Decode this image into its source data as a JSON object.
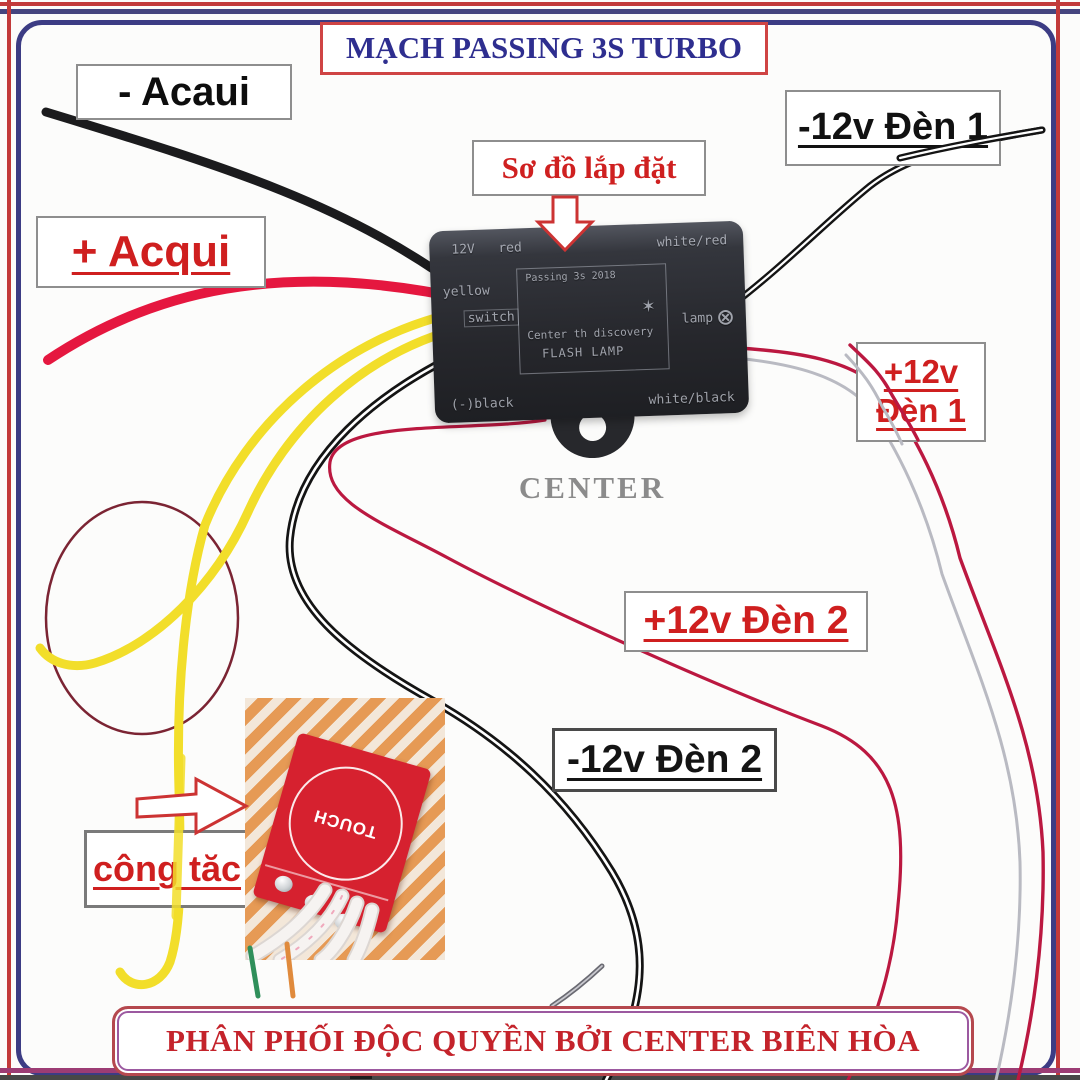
{
  "title": "MẠCH PASSING 3S TURBO",
  "labels": {
    "battery_neg": "- Acaui",
    "battery_pos": "+ Acqui",
    "install_diagram": "Sơ đồ lắp đặt",
    "lamp1_neg": "-12v Đèn 1",
    "lamp1_pos_l1": "+12v",
    "lamp1_pos_l2": "Đèn 1",
    "lamp2_pos": "+12v Đèn 2",
    "lamp2_neg": "-12v Đèn 2",
    "switch_label": "công tăc",
    "brand_center": "CENTER"
  },
  "module": {
    "pin_top_left": "12V   red",
    "pin_top_right": "white/red",
    "pin_yellow": "yellow",
    "pin_switch": "switch",
    "center_line1": "Passing 3s 2018",
    "star": "✶",
    "center_line2": "Center th discovery",
    "center_line3": "FLASH LAMP",
    "lamp_text": "lamp",
    "lamp_symbol": "⊗",
    "pin_bottom_left": "(-)black",
    "pin_bottom_right": "white/black"
  },
  "inset_photo": {
    "touch_text": "TOUCH"
  },
  "footer": "PHÂN PHỐI ĐỘC QUYỀN BỞI CENTER BIÊN HÒA",
  "colors": {
    "accent_red": "#cf1f1f",
    "title_blue": "#2e2e8f",
    "frame_blue": "#3c3c84",
    "frame_red": "#c23a3a",
    "wire_black": "#1b1b1d",
    "wire_red": "#e5173f",
    "wire_yellow": "#f2de2a",
    "wire_crimson": "#bb1840",
    "wire_gray": "#b9bac2",
    "ellipse_stroke": "#7b2433",
    "touch_red": "#d6212f"
  }
}
